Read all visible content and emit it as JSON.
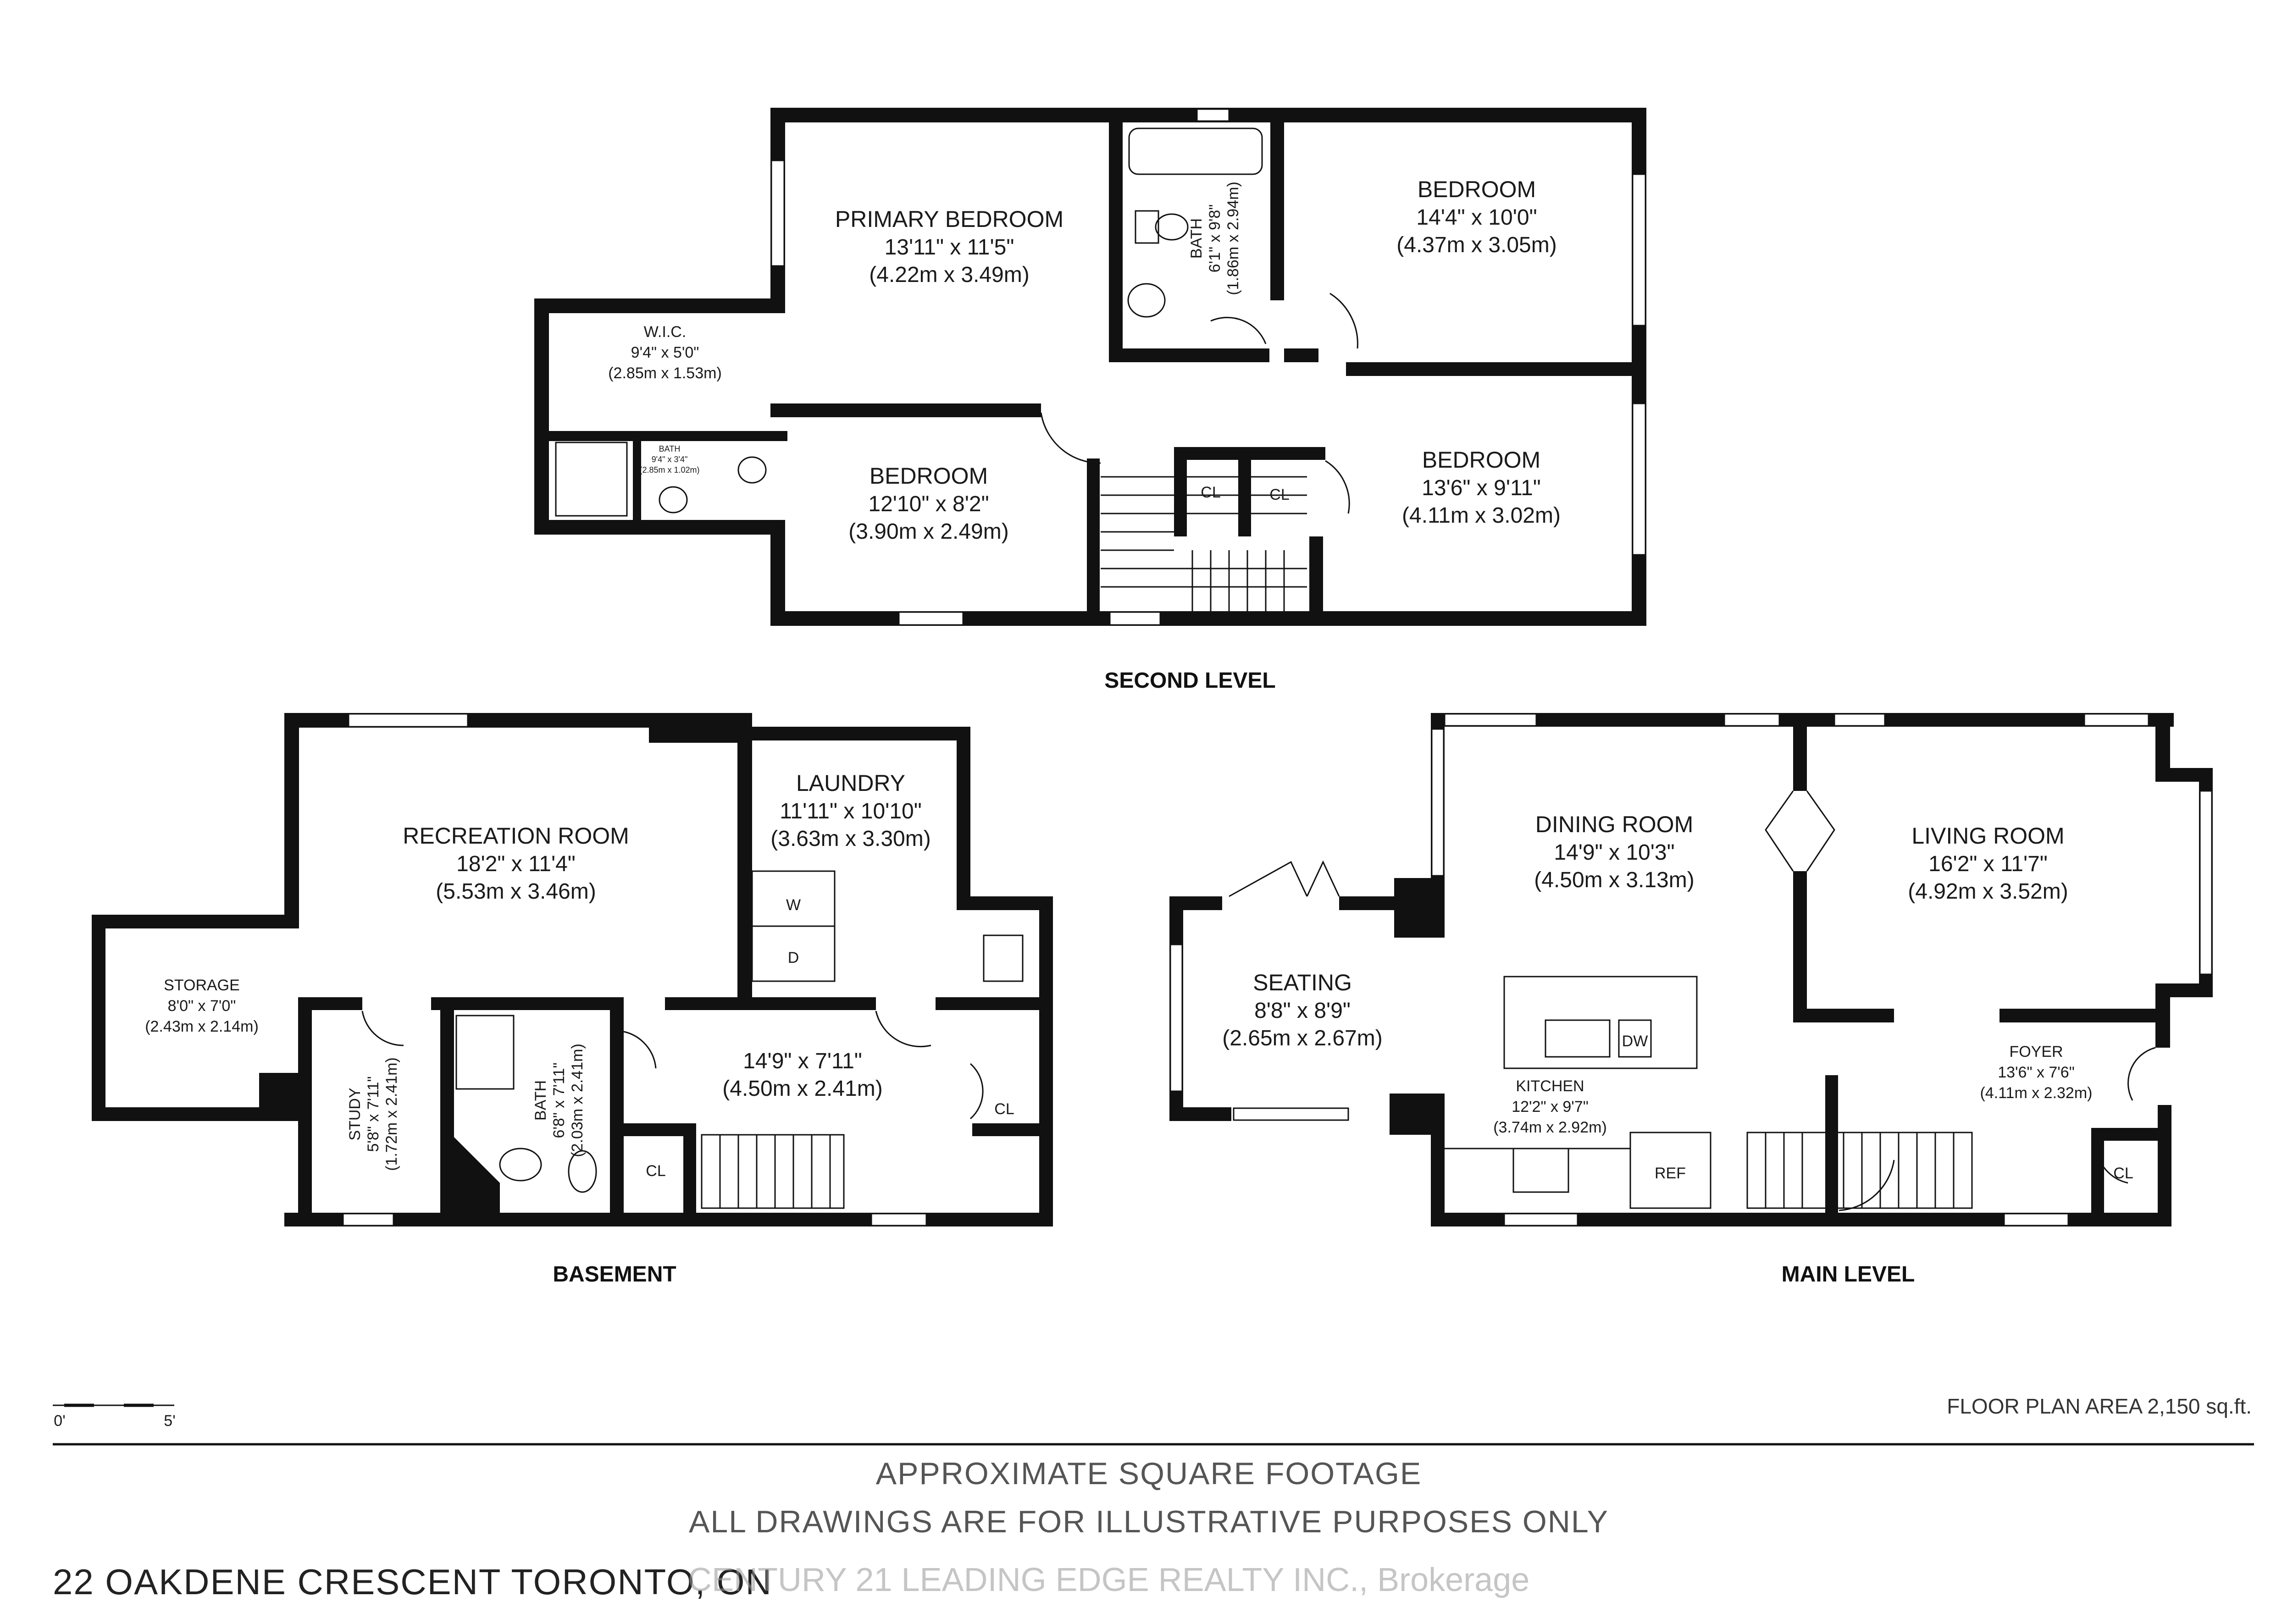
{
  "levels": {
    "second": "SECOND LEVEL",
    "basement": "BASEMENT",
    "main": "MAIN LEVEL"
  },
  "second_level": {
    "primary_bedroom": {
      "name": "PRIMARY BEDROOM",
      "imperial": "13'11\" x 11'5\"",
      "metric": "(4.22m x 3.49m)"
    },
    "wic": {
      "name": "W.I.C.",
      "imperial": "9'4\" x 5'0\"",
      "metric": "(2.85m x 1.53m)"
    },
    "ensuite": {
      "name": "BATH",
      "imperial": "9'4\" x 3'4\"",
      "metric": "(2.85m x 1.02m)"
    },
    "bath": {
      "name": "BATH",
      "imperial": "6'1\" x 9'8\"",
      "metric": "(1.86m x 2.94m)"
    },
    "bedroom_ne": {
      "name": "BEDROOM",
      "imperial": "14'4\" x 10'0\"",
      "metric": "(4.37m x 3.05m)"
    },
    "bedroom_se": {
      "name": "BEDROOM",
      "imperial": "13'6\" x 9'11\"",
      "metric": "(4.11m x 3.02m)"
    },
    "bedroom_s": {
      "name": "BEDROOM",
      "imperial": "12'10\" x 8'2\"",
      "metric": "(3.90m x 2.49m)"
    },
    "closet_1": "CL",
    "closet_2": "CL"
  },
  "basement": {
    "recreation": {
      "name": "RECREATION ROOM",
      "imperial": "18'2\" x 11'4\"",
      "metric": "(5.53m x 3.46m)"
    },
    "laundry": {
      "name": "LAUNDRY",
      "imperial": "11'11\" x 10'10\"",
      "metric": "(3.63m x 3.30m)"
    },
    "washer": "W",
    "dryer": "D",
    "storage": {
      "name": "STORAGE",
      "imperial": "8'0\" x 7'0\"",
      "metric": "(2.43m x 2.14m)"
    },
    "study": {
      "name": "STUDY",
      "imperial": "5'8\" x 7'11\"",
      "metric": "(1.72m x 2.41m)"
    },
    "bath": {
      "name": "BATH",
      "imperial": "6'8\" x 7'11\"",
      "metric": "(2.03m x 2.41m)"
    },
    "hall": {
      "imperial": "14'9\" x 7'11\"",
      "metric": "(4.50m x 2.41m)"
    },
    "closet_1": "CL",
    "closet_2": "CL"
  },
  "main_level": {
    "dining": {
      "name": "DINING ROOM",
      "imperial": "14'9\" x 10'3\"",
      "metric": "(4.50m x 3.13m)"
    },
    "living": {
      "name": "LIVING ROOM",
      "imperial": "16'2\" x 11'7\"",
      "metric": "(4.92m x 3.52m)"
    },
    "seating": {
      "name": "SEATING",
      "imperial": "8'8\" x 8'9\"",
      "metric": "(2.65m x 2.67m)"
    },
    "kitchen": {
      "name": "KITCHEN",
      "imperial": "12'2\" x 9'7\"",
      "metric": "(3.74m x 2.92m)"
    },
    "foyer": {
      "name": "FOYER",
      "imperial": "13'6\" x 7'6\"",
      "metric": "(4.11m x 2.32m)"
    },
    "dishwasher": "DW",
    "fridge": "REF",
    "closet": "CL"
  },
  "scale": {
    "start": "0'",
    "end": "5'"
  },
  "area": "FLOOR PLAN AREA 2,150 sq.ft.",
  "disclaimer_1": "APPROXIMATE SQUARE FOOTAGE",
  "disclaimer_2": "ALL DRAWINGS ARE FOR ILLUSTRATIVE PURPOSES ONLY",
  "address": "22 OAKDENE CRESCENT TORONTO, ON",
  "watermark": "CENTURY 21 LEADING EDGE REALTY INC., Brokerage"
}
